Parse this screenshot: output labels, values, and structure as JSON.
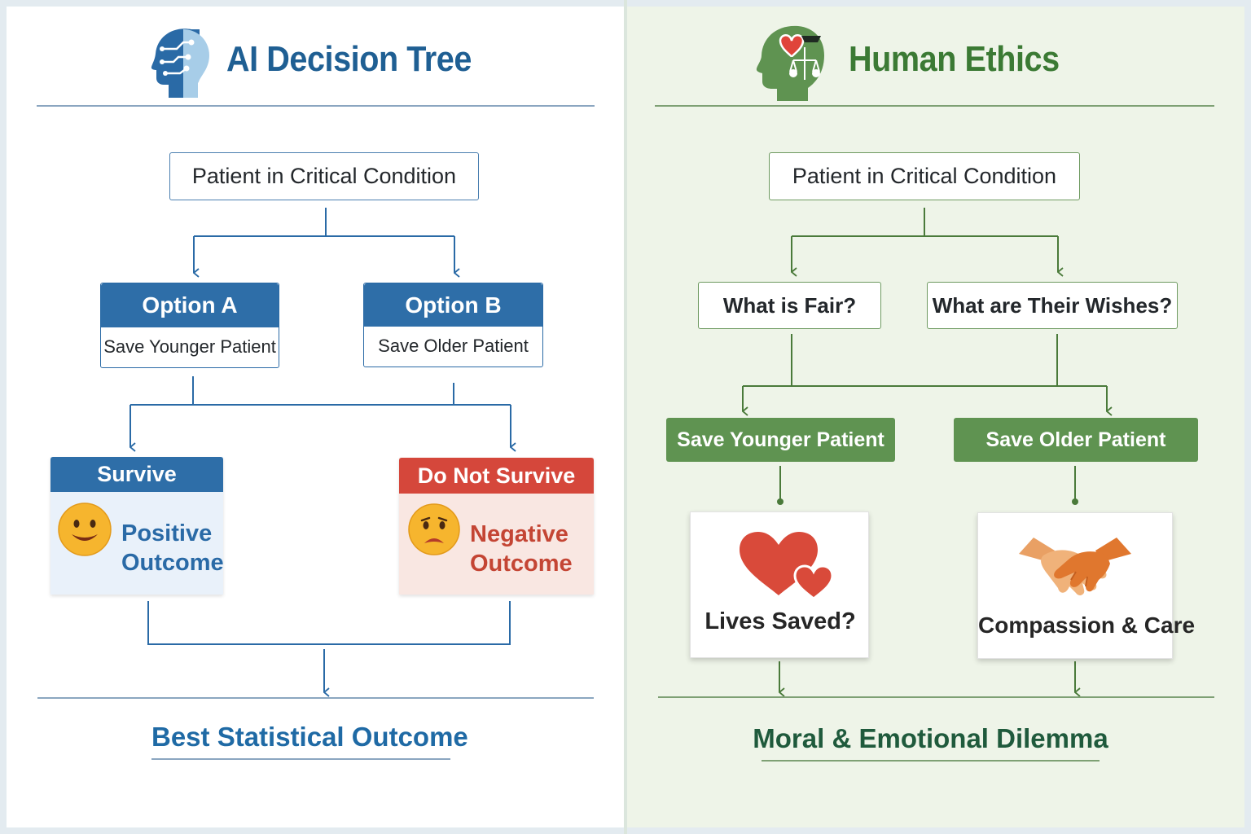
{
  "colors": {
    "ai_blue": "#2a6aa6",
    "ai_title": "#1f5f93",
    "ethics_green": "#5f9351",
    "ethics_title": "#3b7a34",
    "ethics_footer": "#1f5a3c",
    "negative_red": "#d5473b",
    "negative_text": "#c44534"
  },
  "left": {
    "icon": "ai-head-circuit-icon",
    "title": "AI Decision Tree",
    "root": "Patient in Critical Condition",
    "option_a": {
      "title": "Option A",
      "subtitle": "Save Younger Patient"
    },
    "option_b": {
      "title": "Option B",
      "subtitle": "Save Older Patient"
    },
    "survive": {
      "header": "Survive",
      "icon": "smiling-face-icon",
      "text_line1": "Positive",
      "text_line2": "Outcome"
    },
    "not_survive": {
      "header": "Do Not Survive",
      "icon": "sad-face-icon",
      "text_line1": "Negative",
      "text_line2": "Outcome"
    },
    "footer": "Best Statistical Outcome"
  },
  "right": {
    "icon": "human-head-heart-scales-icon",
    "title": "Human Ethics",
    "root": "Patient in Critical Condition",
    "question_a": "What is Fair?",
    "question_b": "What are Their Wishes?",
    "choice_a": "Save Younger Patient",
    "choice_b": "Save Older Patient",
    "card_a": {
      "icon": "hearts-icon",
      "label": "Lives Saved?"
    },
    "card_b": {
      "icon": "handshake-icon",
      "label": "Compassion & Care"
    },
    "footer": "Moral & Emotional Dilemma"
  }
}
